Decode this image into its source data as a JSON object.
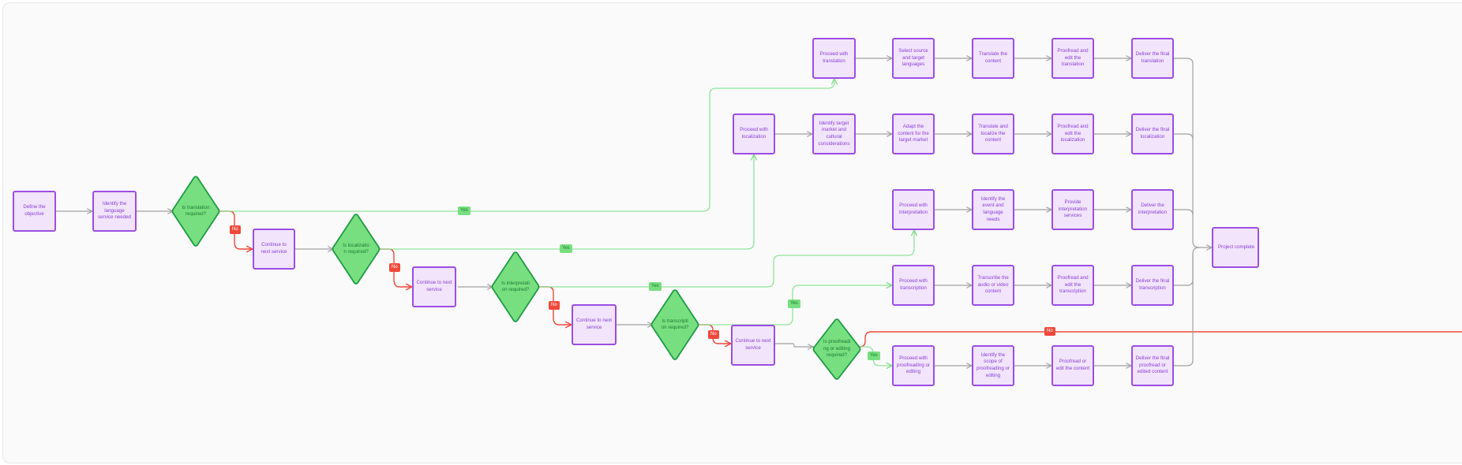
{
  "flow": {
    "start": "Define the objective",
    "identify_service": "Identify the language service needed",
    "q_translation": "Is translation required?",
    "continue_1": "Continue to next service",
    "q_localization": "Is localization required?",
    "continue_2": "Continue to next service",
    "q_interpretation": "Is interpretation required?",
    "continue_3": "Continue to next service",
    "q_transcription": "Is transcription required?",
    "continue_4": "Continue to next service",
    "q_proofreading": "Is proofreading or editing required?",
    "translation": [
      "Proceed with translation",
      "Select source and target languages",
      "Translate the content",
      "Proofread and edit the translation",
      "Deliver the final translation"
    ],
    "localization": [
      "Proceed with localization",
      "Identify target market and cultural considerations",
      "Adapt the content for the target market",
      "Translate and localize the content",
      "Proofread and edit the localization",
      "Deliver the final localization"
    ],
    "interpretation": [
      "Proceed with interpretation",
      "Identify the event and language needs",
      "Provide interpretation services",
      "Deliver the interpretation"
    ],
    "transcription": [
      "Proceed with transcription",
      "Transcribe the audio or video content",
      "Proofread and edit the transcription",
      "Deliver the final transcription"
    ],
    "proofreading": [
      "Proceed with proofreading or editing",
      "Identify the scope of proofreading or editing",
      "Proofread or edit the content",
      "Deliver the final proofread or edited content"
    ],
    "end": "Project complete",
    "yes_label": "Yes",
    "no_label": "No"
  },
  "colors": {
    "canvas": "#fafafa",
    "box_fill": "#f1e4fb",
    "box_border": "#9c4ee3",
    "box_text": "#8a3fd2",
    "decision_fill": "#77df7f",
    "decision_border": "#1f9c45",
    "yes_line": "#90e59a",
    "no_line": "#f0483a",
    "flow_line": "#a0a0a0"
  }
}
